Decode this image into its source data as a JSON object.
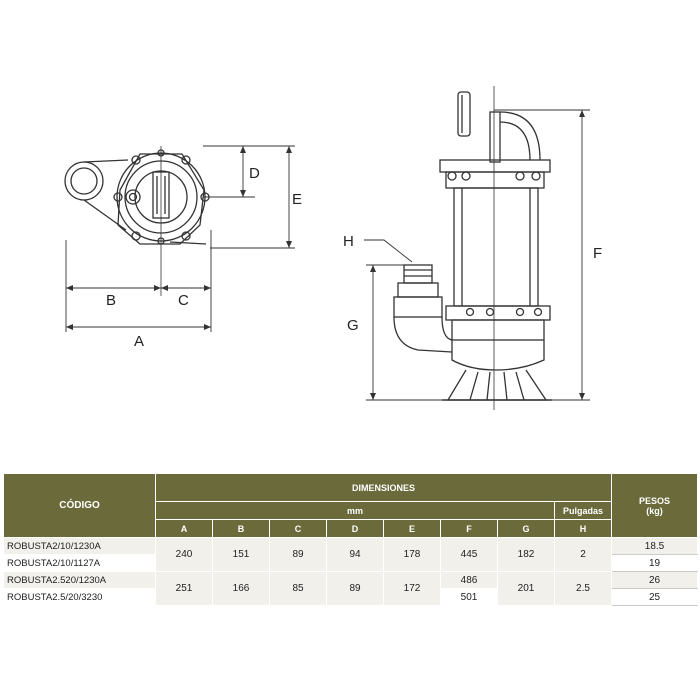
{
  "drawing": {
    "dimension_labels": {
      "a": "A",
      "b": "B",
      "c": "C",
      "d": "D",
      "e": "E",
      "f": "F",
      "g": "G",
      "h": "H"
    }
  },
  "table": {
    "headers": {
      "code": "CÓDIGO",
      "dimensions": "DIMENSIONES",
      "weights": "PESOS\n(kg)",
      "mm": "mm",
      "inches": "Pulgadas",
      "cols": [
        "A",
        "B",
        "C",
        "D",
        "E",
        "F",
        "G",
        "H"
      ]
    },
    "rows": [
      {
        "code": "ROBUSTA2/10/1230A",
        "weight": "18.5"
      },
      {
        "code": "ROBUSTA2/10/1127A",
        "weight": "19"
      },
      {
        "code": "ROBUSTA2.520/1230A",
        "weight": "26"
      },
      {
        "code": "ROBUSTA2.5/20/3230",
        "weight": "25"
      }
    ],
    "groups": [
      {
        "A": "240",
        "B": "151",
        "C": "89",
        "D": "94",
        "E": "178",
        "F": "445",
        "G": "182",
        "H": "2"
      },
      {
        "A": "251",
        "B": "166",
        "C": "85",
        "D": "89",
        "E": "172",
        "F_top": "486",
        "F_bottom": "501",
        "G": "201",
        "H": "2.5"
      }
    ]
  },
  "colors": {
    "header": "#6b6a3b",
    "row_shade": "#f1f0eb",
    "line": "#333333"
  }
}
